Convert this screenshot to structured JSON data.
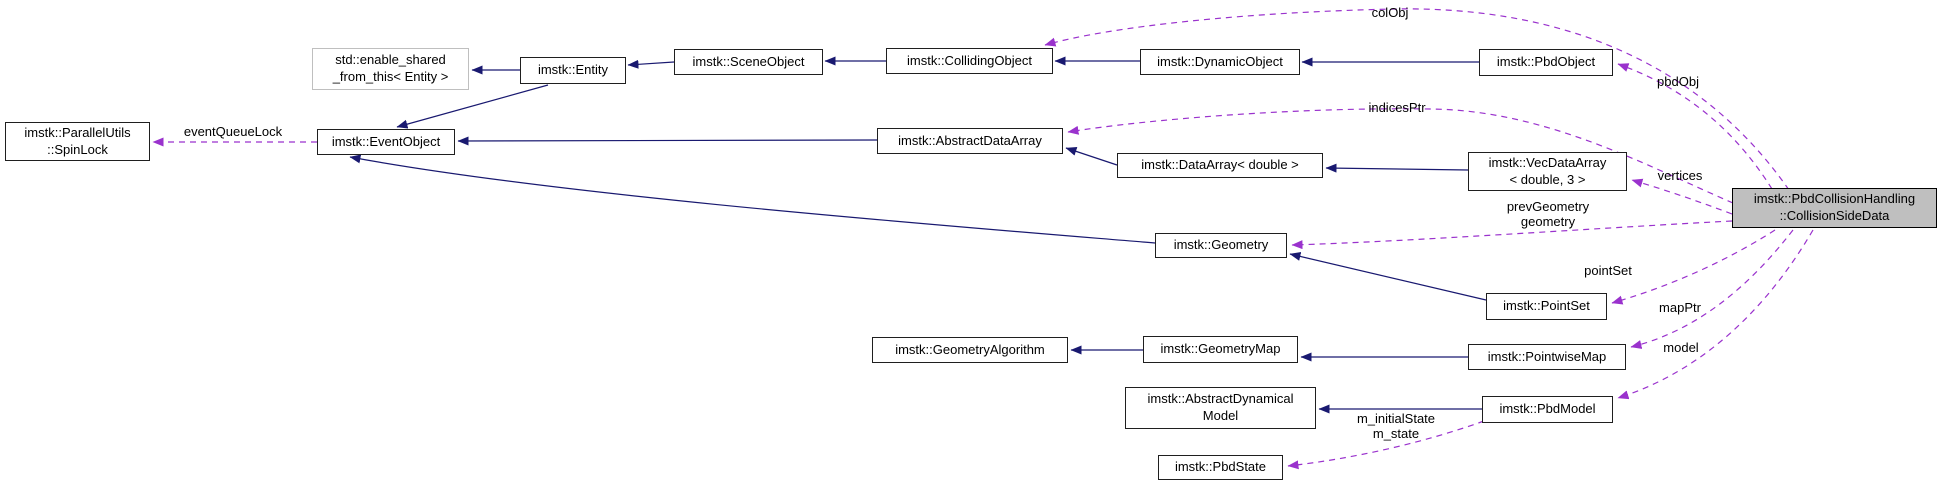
{
  "diagram": {
    "kind": "collaboration-graph",
    "colors": {
      "inheritance_edge": "#191970",
      "usage_edge": "#9a32cd",
      "main_node_fill": "#bfbfbf",
      "node_border": "#1f1f1f",
      "template_node_border": "#bfbfbf",
      "background": "#ffffff"
    }
  },
  "nodes": {
    "spinlock": "imstk::ParallelUtils\n::SpinLock",
    "enable_shared": "std::enable_shared\n_from_this< Entity >",
    "entity": "imstk::Entity",
    "scene_object": "imstk::SceneObject",
    "colliding_object": "imstk::CollidingObject",
    "dynamic_object": "imstk::DynamicObject",
    "pbd_object": "imstk::PbdObject",
    "event_object": "imstk::EventObject",
    "abstract_data_array": "imstk::AbstractDataArray",
    "data_array": "imstk::DataArray< double >",
    "vec_data_array": "imstk::VecDataArray\n< double, 3 >",
    "main": "imstk::PbdCollisionHandling\n::CollisionSideData",
    "geometry": "imstk::Geometry",
    "point_set": "imstk::PointSet",
    "geometry_algorithm": "imstk::GeometryAlgorithm",
    "geometry_map": "imstk::GeometryMap",
    "pointwise_map": "imstk::PointwiseMap",
    "abstract_dynamical_model": "imstk::AbstractDynamical\nModel",
    "pbd_model": "imstk::PbdModel",
    "pbd_state": "imstk::PbdState"
  },
  "edge_labels": {
    "event_queue_lock": "eventQueueLock",
    "col_obj": "colObj",
    "pbd_obj": "pbdObj",
    "indices_ptr": "indicesPtr",
    "vertices": "vertices",
    "prev_geometry": "prevGeometry\ngeometry",
    "point_set": "pointSet",
    "map_ptr": "mapPtr",
    "model": "model",
    "m_state": "m_initialState\nm_state"
  }
}
